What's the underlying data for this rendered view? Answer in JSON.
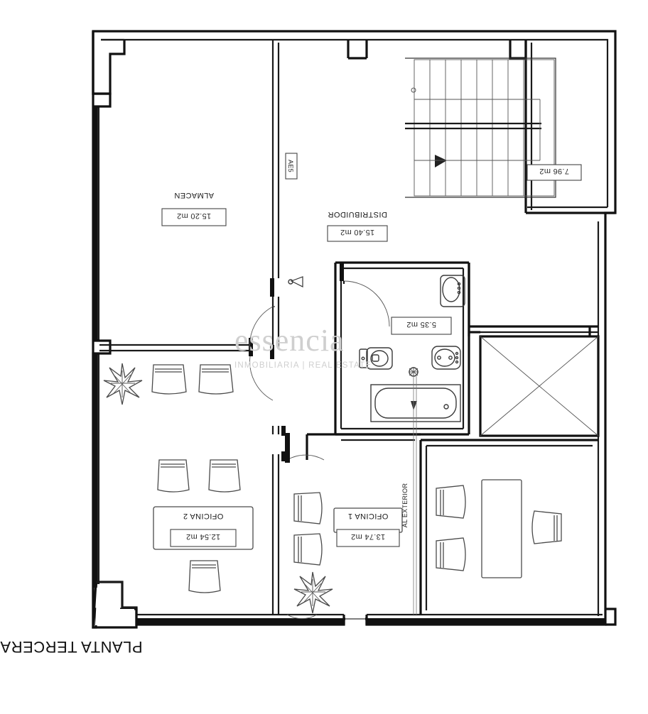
{
  "document": {
    "type": "architectural-floor-plan",
    "orientation_note": "rotated-180",
    "plan_title": "PLANTA TERCERA"
  },
  "watermark": {
    "brand": "essencia",
    "tagline": "INMOBILIARIA | REAL ESTATE"
  },
  "rooms": [
    {
      "key": "almacen",
      "name": "ALMACEN",
      "area": "15.20 m2"
    },
    {
      "key": "distribuidor",
      "name": "DISTRIBUIDOR",
      "area": "15.40 m2"
    },
    {
      "key": "bano",
      "name": "",
      "area": "5.35 m2"
    },
    {
      "key": "escalera",
      "name": "",
      "area": "7.96 m2"
    },
    {
      "key": "oficina2",
      "name": "OFICINA 2",
      "area": "12.54 m2"
    },
    {
      "key": "oficina1",
      "name": "OFICINA 1",
      "area": "13.74 m2"
    }
  ],
  "annotations": {
    "vent_label": "AE5",
    "exterior_label": "AL EXTERIOR"
  },
  "colors": {
    "wall": "#111111",
    "fixture": "#3a3a3a",
    "paper": "#ffffff",
    "watermark": "#cfcfcf"
  }
}
